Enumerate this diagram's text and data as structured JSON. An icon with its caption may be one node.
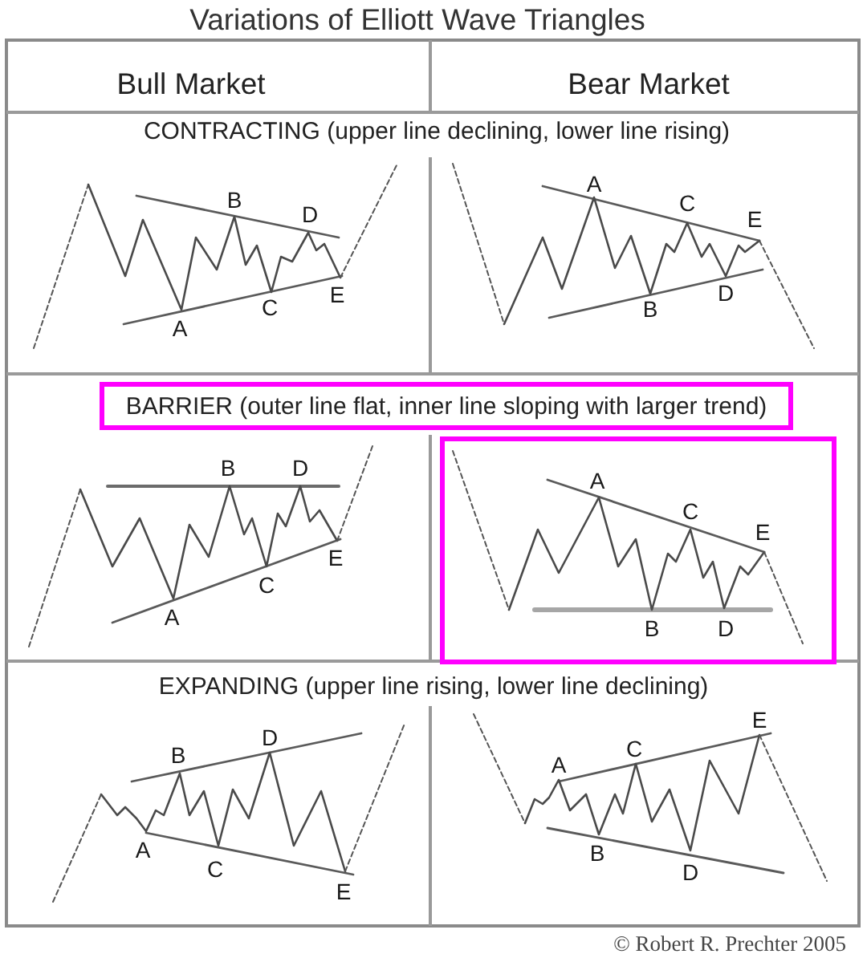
{
  "diagram": {
    "title": "Variations of Elliott Wave Triangles",
    "nodes": [
      {
        "text": [
          "BARRIER (outer line flat, inner line sloping with larger trend)"
        ]
      },
      {
        "text": [
          "A",
          "B",
          "C",
          "D",
          "E"
        ]
      }
    ],
    "labels": [
      "Bull Market",
      "Bear Market",
      "CONTRACTING (upper line declining, lower line rising)",
      "A",
      "B",
      "C",
      "D",
      "E",
      "A",
      "B",
      "C",
      "D",
      "E",
      "A",
      "B",
      "C",
      "D",
      "E",
      "EXPANDING (upper line rising, lower line declining)",
      "A",
      "B",
      "C",
      "D",
      "E",
      "A",
      "B",
      "C",
      "D",
      "E",
      "© Robert R. Prechter 2005"
    ]
  }
}
